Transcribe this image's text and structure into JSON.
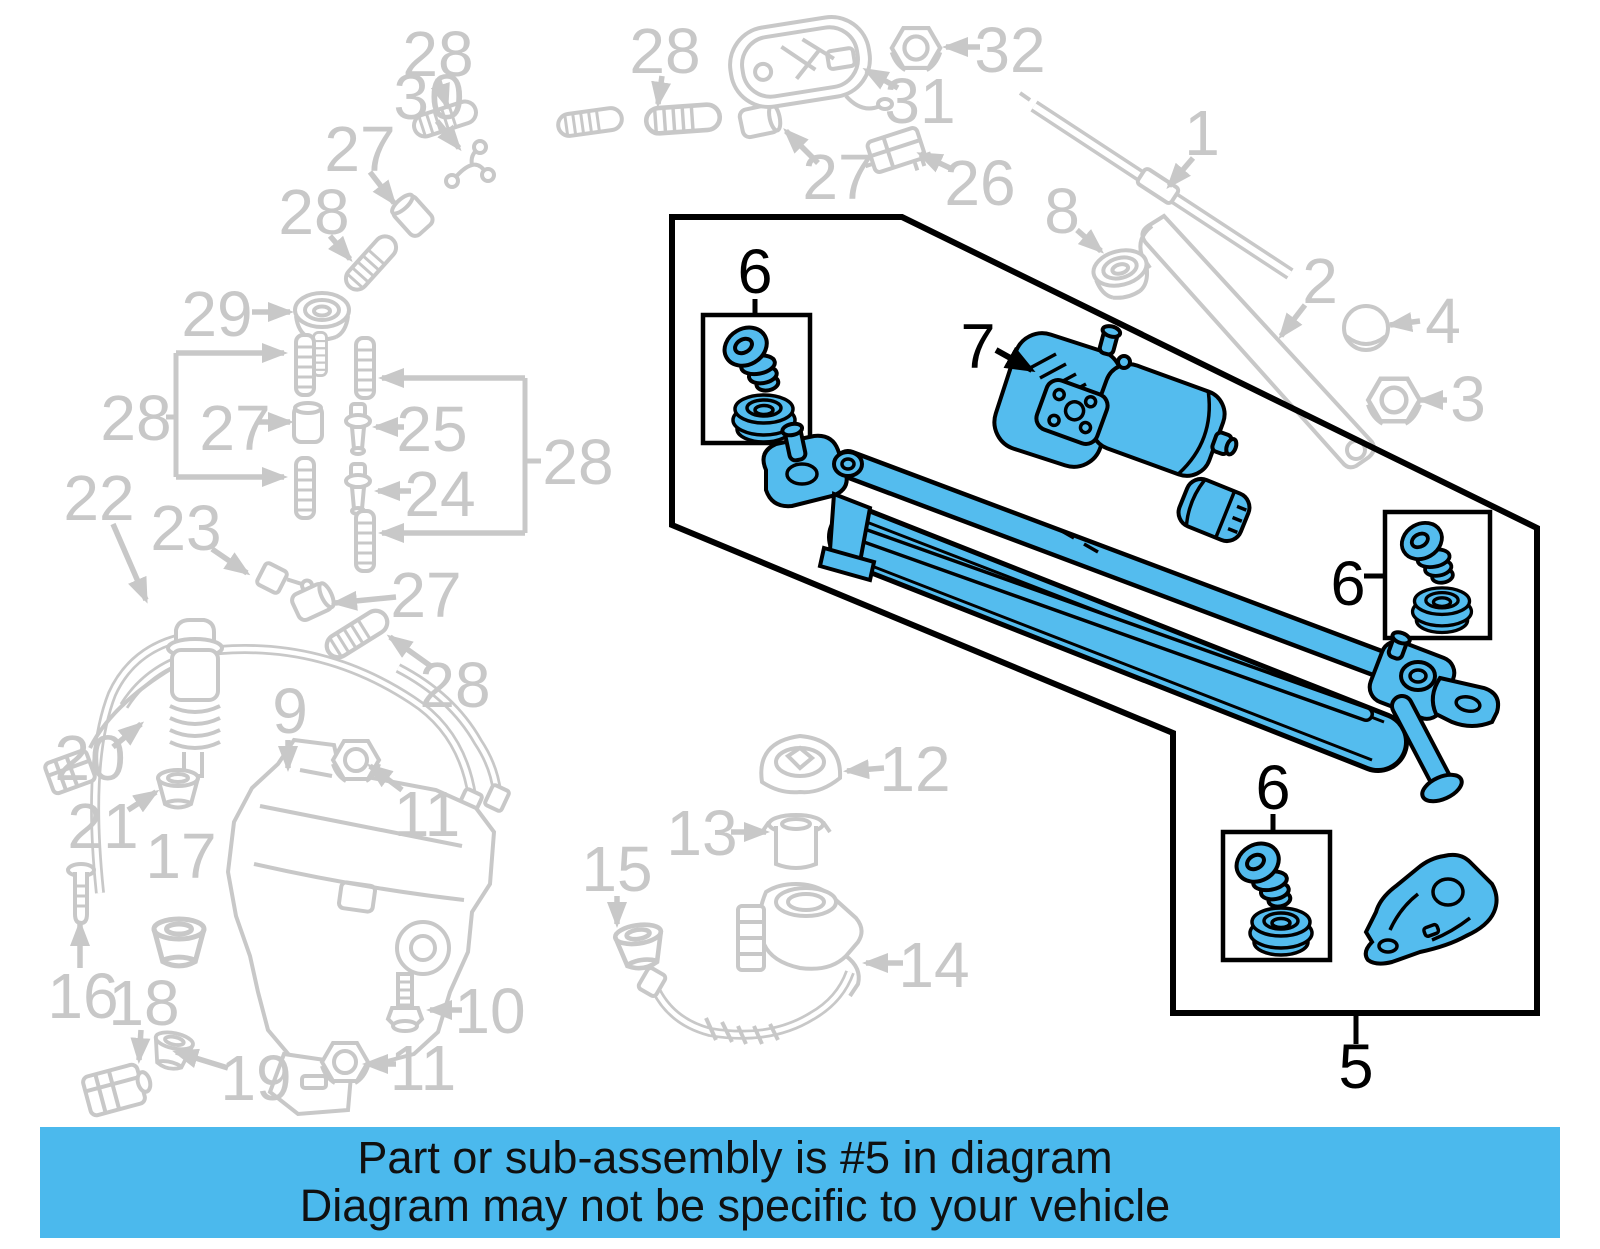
{
  "banner": {
    "line1": "Part or sub-assembly is #5 in diagram",
    "line2": "Diagram may not be specific to your vehicle"
  },
  "colors": {
    "highlight_blue": "#54bcee",
    "banner_blue": "#4bb9ed",
    "diagram_gray": "#c8c8c8",
    "outline_black": "#000000"
  },
  "callouts": {
    "gray": {
      "g29": "29",
      "g28a": "28",
      "g27a": "27",
      "g30": "30",
      "g28b": "28",
      "g28c": "28",
      "g27b": "27",
      "g31": "31",
      "g32": "32",
      "g26": "26",
      "g1": "1",
      "g8": "8",
      "g2": "2",
      "g4": "4",
      "g3": "3",
      "g28d": "28",
      "g27c": "27",
      "g25": "25",
      "g24": "24",
      "g28e": "28",
      "g22": "22",
      "g23": "23",
      "g27d": "27",
      "g28f": "28",
      "g20": "20",
      "g21": "21",
      "g17": "17",
      "g16": "16",
      "g18": "18",
      "g19": "19",
      "g9": "9",
      "g11a": "11",
      "g10": "10",
      "g11b": "11",
      "g12": "12",
      "g13": "13",
      "g15": "15",
      "g14": "14"
    },
    "black": {
      "b6a": "6",
      "b6b": "6",
      "b6c": "6",
      "b7": "7",
      "b5": "5"
    }
  }
}
